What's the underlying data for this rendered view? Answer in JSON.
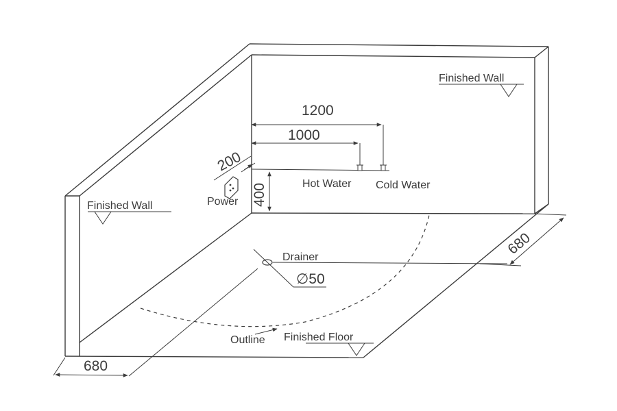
{
  "labels": {
    "finished_wall_left": "Finished Wall",
    "finished_wall_back": "Finished Wall",
    "finished_floor": "Finished Floor",
    "outline": "Outline",
    "drainer": "Drainer",
    "drainer_size": "∅50",
    "power": "Power",
    "hot_water": "Hot Water",
    "cold_water": "Cold Water"
  },
  "dimensions": {
    "cold_water_distance": "1200",
    "hot_water_distance": "1000",
    "power_offset": "200",
    "pipe_height": "400",
    "depth_right": "680",
    "width_front": "680"
  },
  "colors": {
    "line": "#3c3c3c",
    "background": "#ffffff"
  }
}
